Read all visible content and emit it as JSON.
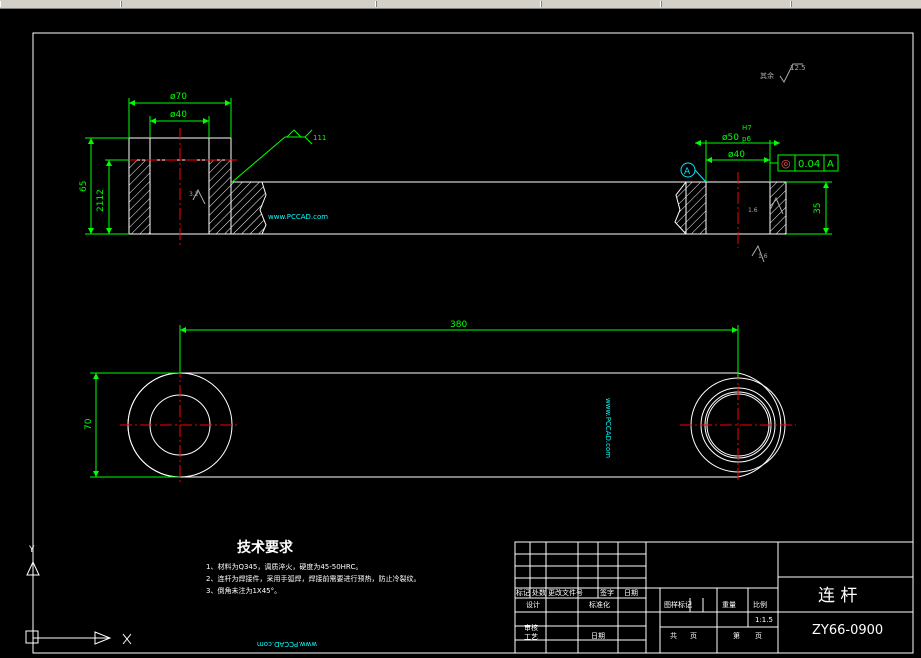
{
  "drawing": {
    "title": "连  杆",
    "code": "ZY66-0900",
    "scale": "1:1.5",
    "tech_title": "技术要求",
    "tech_notes": [
      "1、材料为Q345，调质淬火，硬度为45-50HRC。",
      "2、连杆为焊接件，采用手弧焊，焊接前需要进行预热，防止冷裂纹。",
      "3、倒角未注为1X45°。"
    ],
    "watermark": "www.PCCAD.com",
    "surface_note": "其余",
    "roughness_top": "12.5",
    "roughness_a": "3.2",
    "roughness_b": "1.6",
    "roughness_c": "1.6",
    "weld_symbol": "111",
    "datum": "A",
    "tolerance_symbol": "◎",
    "tolerance_value": "0.04",
    "tolerance_datum": "A",
    "fit_upper": "H7",
    "fit_lower": "p6"
  },
  "dims": {
    "left_outer": "ø70",
    "left_inner": "ø40",
    "height_65": "65",
    "height_2112": "2112",
    "right_outer": "ø50",
    "right_inner": "ø40",
    "height_35": "35",
    "length_380": "380",
    "width_70": "70"
  },
  "title_block": {
    "mark": "标记",
    "count": "处数",
    "change_doc": "更改文件号",
    "sign": "签字",
    "date": "日期",
    "design": "设计",
    "standardize": "标准化",
    "stage_mark": "图样标记",
    "weight": "重量",
    "ratio": "比例",
    "review": "审核",
    "process": "工艺",
    "date2": "日期",
    "total": "共",
    "sheet_word": "页",
    "page": "第",
    "page_word": "页"
  },
  "ucs": {
    "y": "Y",
    "x": "X"
  },
  "colors": {
    "outline": "#ffffff",
    "dimension": "#00ff00",
    "center": "#ff0000",
    "accent": "#00e5ff",
    "text": "#ffffff"
  }
}
